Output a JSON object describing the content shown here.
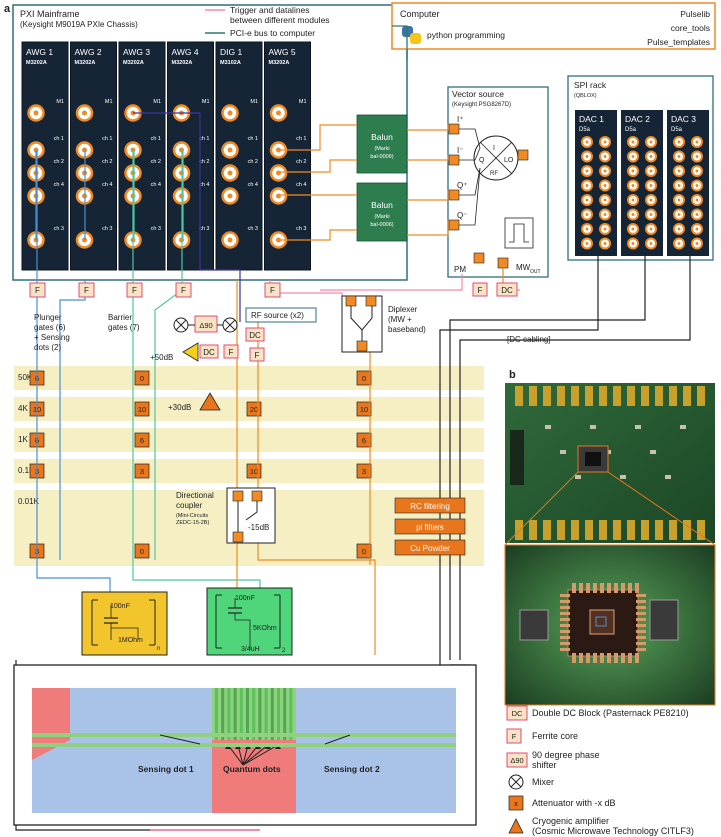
{
  "panel_labels": {
    "a": "a",
    "b": "b"
  },
  "pxi": {
    "title": "PXI Mainframe",
    "subtitle": "(Keysight M9019A PXIe Chassis)",
    "modules": [
      {
        "name": "AWG 1",
        "model": "M3202A",
        "ports": [
          "M1",
          "ch 1",
          "ch 2",
          "ch 4",
          "ch 3"
        ]
      },
      {
        "name": "AWG 2",
        "model": "M3202A",
        "ports": [
          "M1",
          "ch 1",
          "ch 2",
          "ch 4",
          "ch 3"
        ]
      },
      {
        "name": "AWG 3",
        "model": "M3202A",
        "ports": [
          "M1",
          "ch 1",
          "ch 2",
          "ch 4",
          "ch 3"
        ]
      },
      {
        "name": "AWG 4",
        "model": "M3202A",
        "ports": [
          "M1",
          "ch 1",
          "ch 2",
          "ch 4",
          "ch 3"
        ]
      },
      {
        "name": "DIG 1",
        "model": "M3102A",
        "ports": [
          "M1",
          "ch 1",
          "ch 2",
          "ch 4",
          "ch 3"
        ]
      },
      {
        "name": "AWG 5",
        "model": "M3202A",
        "ports": [
          "M1",
          "ch 1",
          "ch 2",
          "ch 4",
          "ch 3"
        ]
      }
    ]
  },
  "top_legend": {
    "trigger": "Trigger and datalines",
    "trigger2": "between different modules",
    "pcie": "PCI-e bus to computer"
  },
  "computer": {
    "title": "Computer",
    "python": "python programming",
    "items": [
      "Pulselib",
      "core_tools",
      "Pulse_templates"
    ]
  },
  "vector_source": {
    "title": "Vector source",
    "subtitle": "(Keysight PSG8267D)",
    "ports": [
      "I⁺",
      "I⁻",
      "Q⁺",
      "Q⁻"
    ],
    "mixer_labels": {
      "i": "I",
      "q": "Q",
      "lo": "LO",
      "rf": "RF"
    },
    "pm": "PM",
    "mw": "MW",
    "mw_sub": "OUT"
  },
  "balun": {
    "title": "Balun",
    "sub1": "(Marki",
    "sub2": "bal-0006)"
  },
  "spi": {
    "title": "SPI rack",
    "subtitle": "(QBLOX)",
    "dacs": [
      {
        "name": "DAC 1",
        "model": "D5a"
      },
      {
        "name": "DAC 2",
        "model": "D5a"
      },
      {
        "name": "DAC 3",
        "model": "D5a"
      }
    ]
  },
  "labels": {
    "plunger": [
      "Plunger",
      "gates (6)",
      "+ Sensing",
      "dots (2)"
    ],
    "barrier": [
      "Barrier",
      "gates (7)"
    ],
    "rf_source": "RF source (x2)",
    "diplexer": [
      "Diplexer",
      "(MW +",
      "baseband)"
    ],
    "dc_cabling": "[DC cabling]",
    "plus50": "+50dB",
    "plus30": "+30dB",
    "dircoupler": [
      "Directional",
      "coupler",
      "(Mini-Circuits",
      "ZEDC-15-2B)"
    ],
    "minus15": "-15dB",
    "rc": "RC filtering",
    "pi": "pi filters",
    "cu": "Cu Powder",
    "cap1": "100nF",
    "res1": "1MOhm",
    "sub_n": "n",
    "cap2": "100nF",
    "res2": "5KOhm",
    "ind2": "3/4uH",
    "sub_2": "2",
    "sensing1": "Sensing dot 1",
    "quantum": "Quantum dots",
    "sensing2": "Sensing dot 2"
  },
  "stages": [
    {
      "temp": "50K",
      "atts": [
        "6",
        "0",
        "0"
      ]
    },
    {
      "temp": "4K",
      "atts": [
        "10",
        "10",
        "20",
        "10"
      ]
    },
    {
      "temp": "1K",
      "atts": [
        "6",
        "6",
        "6"
      ]
    },
    {
      "temp": "0.1K",
      "atts": [
        "3",
        "3",
        "10",
        "3"
      ]
    },
    {
      "temp": "0.01K",
      "atts": [
        "3",
        "0",
        "0"
      ]
    }
  ],
  "symbols": {
    "dc": "DC",
    "f": "F",
    "phase": "Δ90",
    "att": "x"
  },
  "legend": [
    {
      "symbol": "DC",
      "text": "Double DC Block (Pasternack PE8210)"
    },
    {
      "symbol": "F",
      "text": "Ferrite core"
    },
    {
      "symbol": "Δ90",
      "text": "90 degree phase",
      "text2": "shifter"
    },
    {
      "symbol": "mixer",
      "text": "Mixer"
    },
    {
      "symbol": "x",
      "text": "Attenuator with -x dB"
    },
    {
      "symbol": "amp",
      "text": "Cryogenic amplifier",
      "text2": "(Cosmic Microwave Technology CITLF3)"
    }
  ],
  "colors": {
    "pxi_border": "#2e6f80",
    "module_bg": "#152535",
    "connector": "#f08a24",
    "trigger": "#f28ab0",
    "pcie": "#2a7a6a",
    "stage_band": "#f5efc3",
    "attenuator": "#e8761c",
    "balun_green": "#2e7d4f",
    "rc_orange": "#e8761c",
    "blue_line": "#4a8fd8",
    "green_line": "#4fc5a0",
    "orange_line": "#f0a030",
    "purple_line": "#4030a0",
    "pink_line": "#e04b7a",
    "yellow_box": "#f2c52c",
    "green_box": "#4fd67a",
    "device_blue": "#a9c3e8",
    "device_red": "#ef7b7b",
    "device_green": "#8fd17f"
  }
}
